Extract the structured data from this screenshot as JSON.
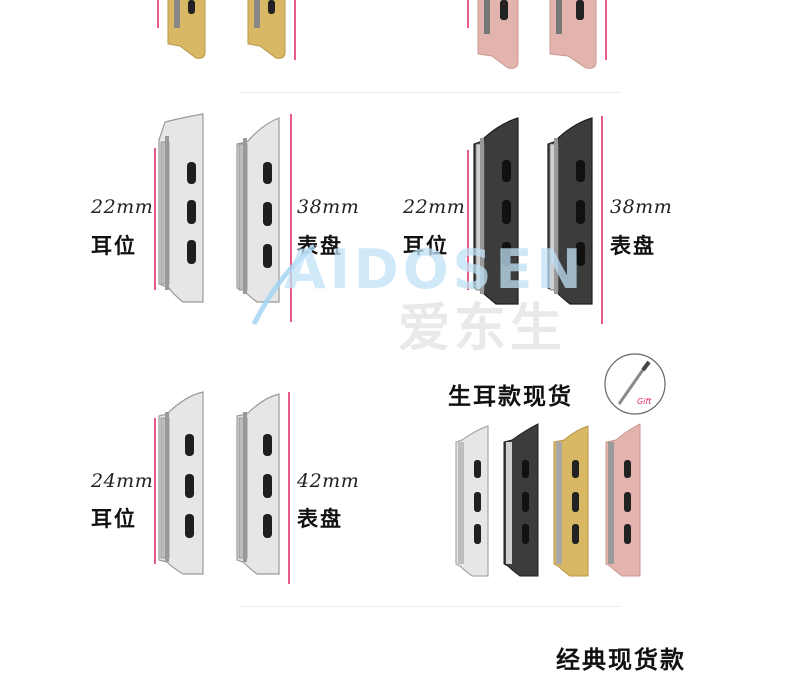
{
  "row1": {
    "ear_width": "22mm",
    "ear_label": "耳位",
    "case_size": "38mm",
    "case_label": "表盘"
  },
  "row2": {
    "ear_width": "22mm",
    "ear_label": "耳位",
    "case_size": "38mm",
    "case_label": "表盘"
  },
  "row3": {
    "ear_width": "24mm",
    "ear_label": "耳位",
    "case_size": "42mm",
    "case_label": "表盘"
  },
  "in_stock_heading": "生耳款现货",
  "gift_label": "Gift",
  "classic_heading": "经典现货款",
  "watermark": {
    "brand": "AIDOSEN",
    "brand_cn": "爱东生"
  },
  "colors": {
    "gold": "#d9b865",
    "rose": "#e3b4ad",
    "silver": "#d8d8d8",
    "black": "#3c3c3c",
    "arrow": "#e0245e"
  }
}
